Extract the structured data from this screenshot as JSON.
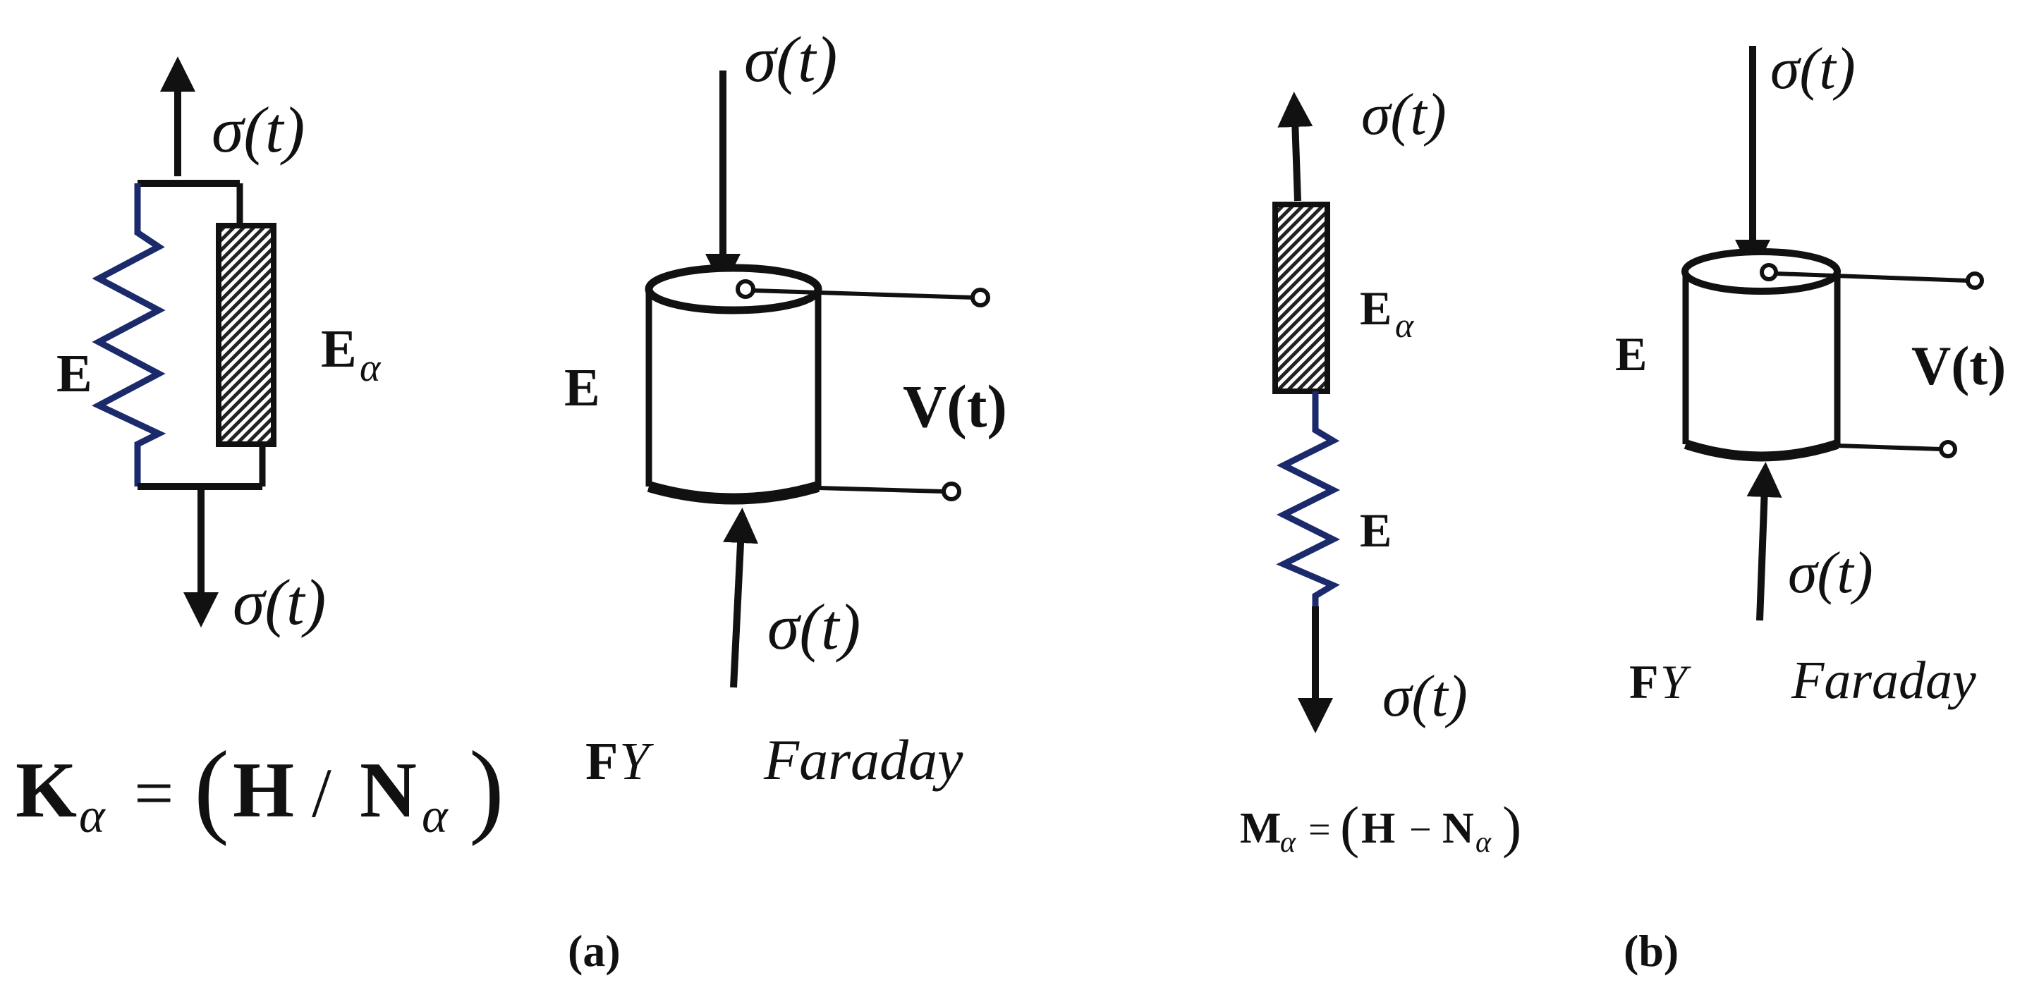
{
  "labels": {
    "sigma_t": "σ(t)",
    "E": "E",
    "E_alpha_base": "E",
    "alpha": "α",
    "V_t": "V(t)",
    "FY_bold": "F",
    "FY_italic": "Y",
    "faraday": "Faraday"
  },
  "formulas": {
    "kelvin": {
      "K": "K",
      "alpha": "α",
      "eq": "=",
      "lparen": "(",
      "H": "H",
      "op": "/",
      "N": "N",
      "alpha2": "α",
      "rparen": ")"
    },
    "maxwell": {
      "M": "M",
      "alpha": "α",
      "eq": "=",
      "lparen": "(",
      "H": "H",
      "op": "−",
      "N": "N",
      "alpha2": "α",
      "rparen": ")"
    }
  },
  "captions": {
    "a": "(a)",
    "b": "(b)"
  },
  "colors": {
    "line": "#111111",
    "spring": "#1a2a6b",
    "hatch": "#222222"
  }
}
